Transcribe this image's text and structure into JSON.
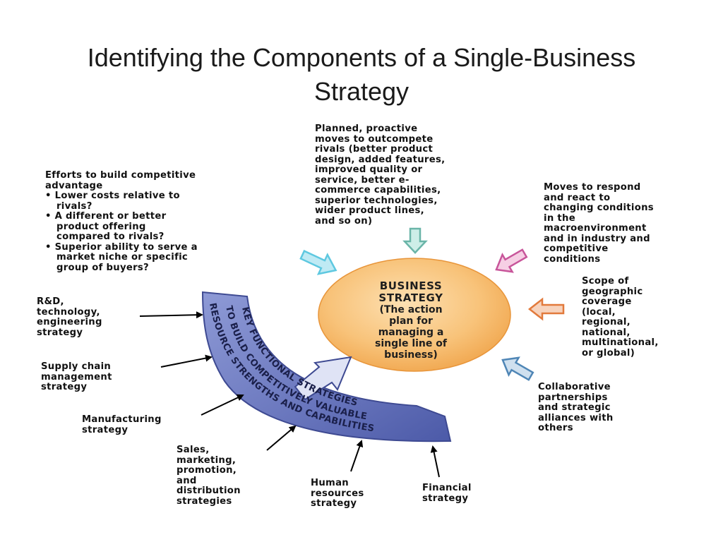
{
  "title": {
    "line1": "Identifying  the  Components  of  a  Single-Business",
    "line2": "Strategy"
  },
  "center": {
    "head_lines": [
      "BUSINESS",
      "STRATEGY"
    ],
    "sub_lines": [
      "(The action",
      "plan for",
      "managing a",
      "single line of",
      "business)"
    ]
  },
  "arc_text": {
    "line1": "KEY FUNCTIONAL STRATEGIES",
    "line2": "TO BUILD COMPETITIVELY VALUABLE",
    "line3": "RESOURCE STRENGTHS AND CAPABILITIES"
  },
  "labels": {
    "top": [
      "Planned, proactive",
      "moves to outcompete",
      "rivals (better product",
      "design, added features,",
      "improved quality or",
      "service, better e-",
      "commerce capabilities,",
      "superior technologies,",
      "wider product lines,",
      "and so on)"
    ],
    "left_top": [
      "Efforts to build competitive",
      "advantage",
      "• Lower costs relative to",
      "rivals?",
      "• A different or better",
      "product offering",
      "compared to rivals?",
      "• Superior ability to serve a",
      "market niche or specific",
      "group of buyers?"
    ],
    "right_top": [
      "Moves to respond",
      "and react to",
      "changing conditions",
      "in the",
      "macroenvironment",
      "and in industry and",
      "competitive",
      "conditions"
    ],
    "right_mid": [
      "Scope of",
      "geographic",
      "coverage",
      "(local,",
      "regional,",
      "national,",
      "multinational,",
      "or global)"
    ],
    "right_bottom": [
      "Collaborative",
      "partnerships",
      "and strategic",
      "alliances with",
      "others"
    ],
    "rd": [
      "R&D,",
      "technology,",
      "engineering",
      "strategy"
    ],
    "supply": [
      "Supply chain",
      "management",
      "strategy"
    ],
    "manufacturing": [
      "Manufacturing",
      "strategy"
    ],
    "sales": [
      "Sales,",
      "marketing,",
      "promotion,",
      "and",
      "distribution",
      "strategies"
    ],
    "hr": [
      "Human",
      "resources",
      "strategy"
    ],
    "financial": [
      "Financial",
      "strategy"
    ]
  },
  "colors": {
    "circle_fill": "#f7b766",
    "arc_fill": "#7a86c8",
    "arc_dark": "#3e4a92",
    "arrow_cyan": "#5ec8e0",
    "arrow_teal": "#6ab5a8",
    "arrow_magenta": "#c8559a",
    "arrow_orange": "#e27a3c",
    "arrow_steel": "#4f86b6"
  }
}
